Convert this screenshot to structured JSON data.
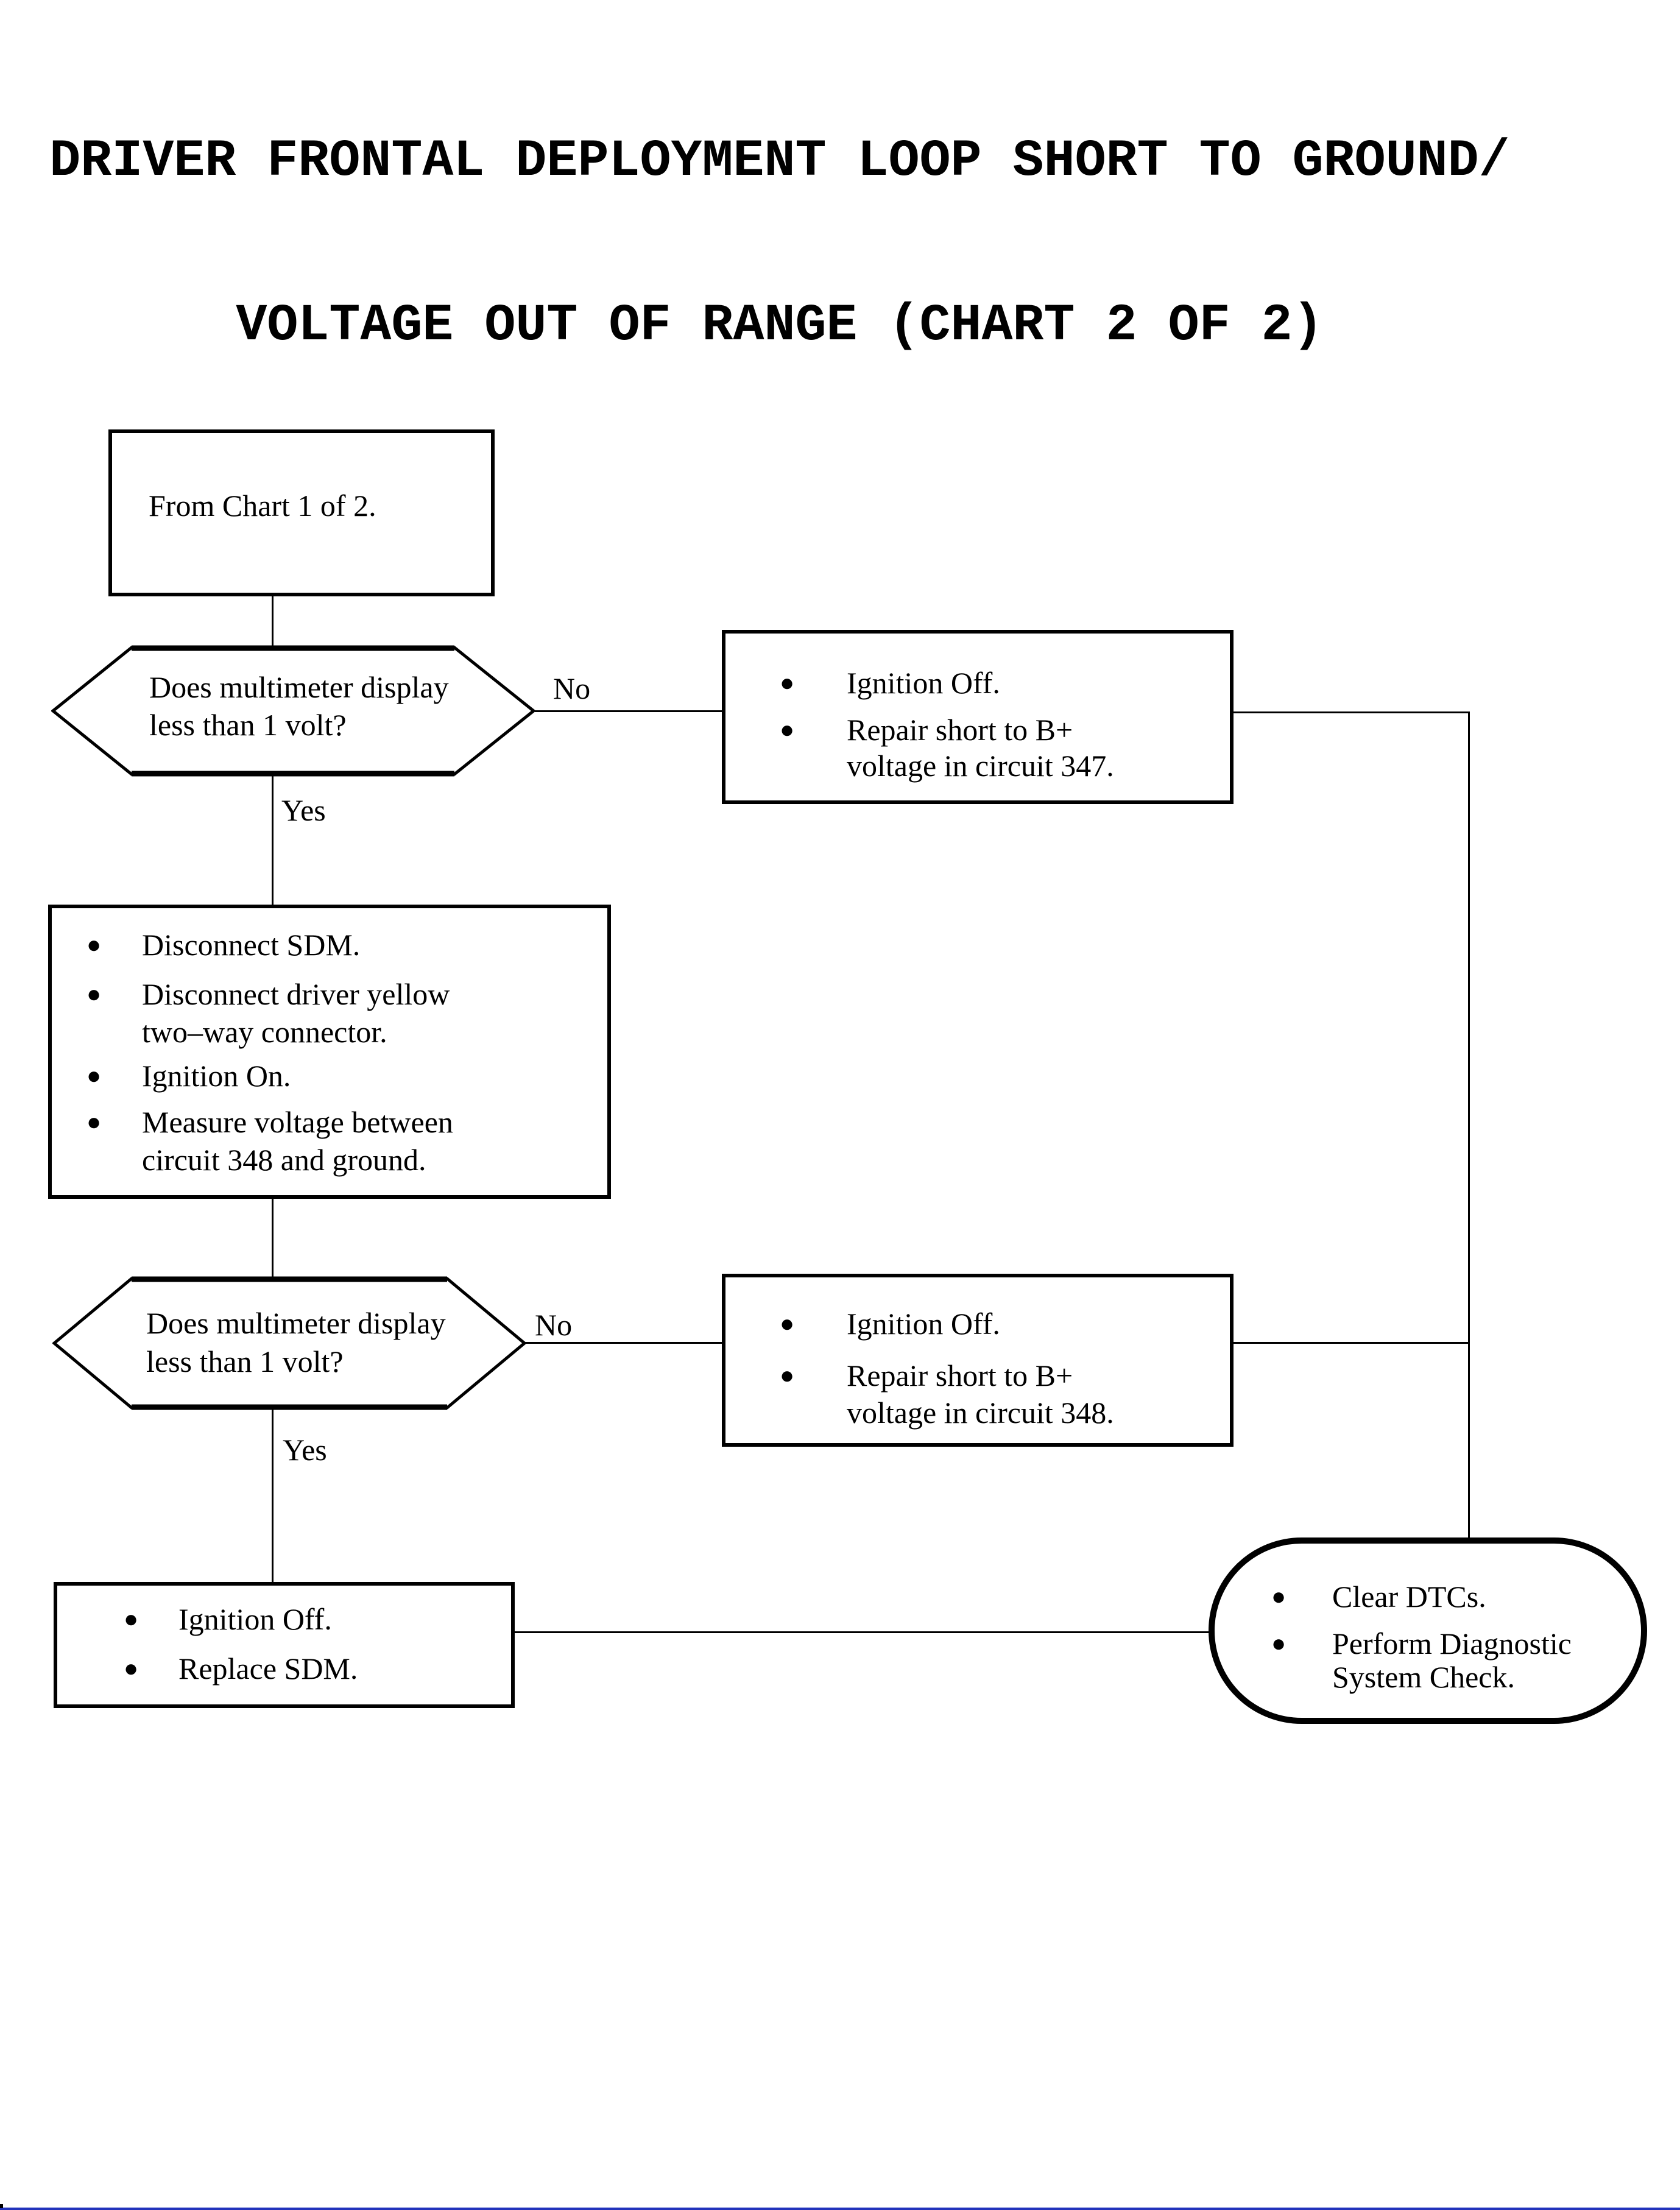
{
  "title": {
    "line1": "DRIVER FRONTAL DEPLOYMENT LOOP SHORT TO GROUND/",
    "line2": "VOLTAGE OUT OF RANGE (CHART 2 OF 2)"
  },
  "colors": {
    "ink": "#000000",
    "paper": "#ffffff",
    "bottom_edge_mark": "#2233bb"
  },
  "flow": {
    "from_chart": {
      "text": "From Chart 1 of 2."
    },
    "decision1": {
      "line1": "Does multimeter display",
      "line2": "less than 1 volt?",
      "no": "No",
      "yes": "Yes"
    },
    "repair347": {
      "rows": [
        {
          "b": "●",
          "t": "Ignition Off."
        },
        {
          "b": "●",
          "t": "Repair short to B+"
        },
        {
          "b": "",
          "t": "voltage in circuit 347."
        }
      ]
    },
    "instructions": {
      "rows": [
        {
          "b": "●",
          "t": "Disconnect SDM."
        },
        {
          "b": "●",
          "t": "Disconnect driver yellow"
        },
        {
          "b": "",
          "t": "two–way connector."
        },
        {
          "b": "●",
          "t": "Ignition On."
        },
        {
          "b": "●",
          "t": "Measure voltage between"
        },
        {
          "b": "",
          "t": "circuit 348 and ground."
        }
      ]
    },
    "decision2": {
      "line1": "Does multimeter display",
      "line2": "less than 1 volt?",
      "no": "No",
      "yes": "Yes"
    },
    "repair348": {
      "rows": [
        {
          "b": "●",
          "t": "Ignition Off."
        },
        {
          "b": "●",
          "t": "Repair short to B+"
        },
        {
          "b": "",
          "t": "voltage in circuit 348."
        }
      ]
    },
    "replace_sdm": {
      "rows": [
        {
          "b": "●",
          "t": "Ignition Off."
        },
        {
          "b": "●",
          "t": "Replace SDM."
        }
      ]
    },
    "final": {
      "rows": [
        {
          "b": "●",
          "t": "Clear DTCs."
        },
        {
          "b": "●",
          "t": "Perform Diagnostic"
        },
        {
          "b": "",
          "t": "System Check."
        }
      ]
    }
  }
}
